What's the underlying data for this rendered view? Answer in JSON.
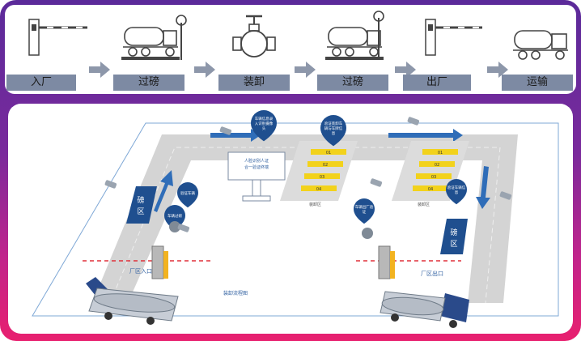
{
  "steps": [
    {
      "label": "入厂",
      "icon": "barrier-gate-icon"
    },
    {
      "label": "过磅",
      "icon": "tanker-truck-scale-icon"
    },
    {
      "label": "装卸",
      "icon": "pipe-valve-icon"
    },
    {
      "label": "过磅",
      "icon": "tanker-truck-scale-icon"
    },
    {
      "label": "出厂",
      "icon": "barrier-gate-icon"
    },
    {
      "label": "运输",
      "icon": "tanker-truck-icon"
    }
  ],
  "diagram": {
    "scale_left": "磅区",
    "scale_right": "磅区",
    "entrance_label": "厂区入口",
    "exit_label": "厂区出口",
    "route_label": "装卸流程图",
    "sign_text": "人脸识别人证合一验证终端",
    "bay_left_caption": "装卸区",
    "bay_right_caption": "装卸区",
    "slots": [
      "01",
      "02",
      "03",
      "04"
    ],
    "bubbles": {
      "top_center": "车辆信息录入识别摄像头",
      "top_right": "验证装卸车辆与车牌信息",
      "left_a": "验证车辆",
      "left_b": "车辆过磅",
      "right_a": "车辆出厂验证",
      "right_b": "验证车辆信息"
    }
  },
  "colors": {
    "frame_top": "#5b2a9a",
    "frame_bottom": "#e8206f",
    "label_bg": "#7d8aa3",
    "arrow": "#2f6db8",
    "bubble": "#1f4f8f",
    "slot": "#f2d21b",
    "road": "#d4d4d4"
  }
}
